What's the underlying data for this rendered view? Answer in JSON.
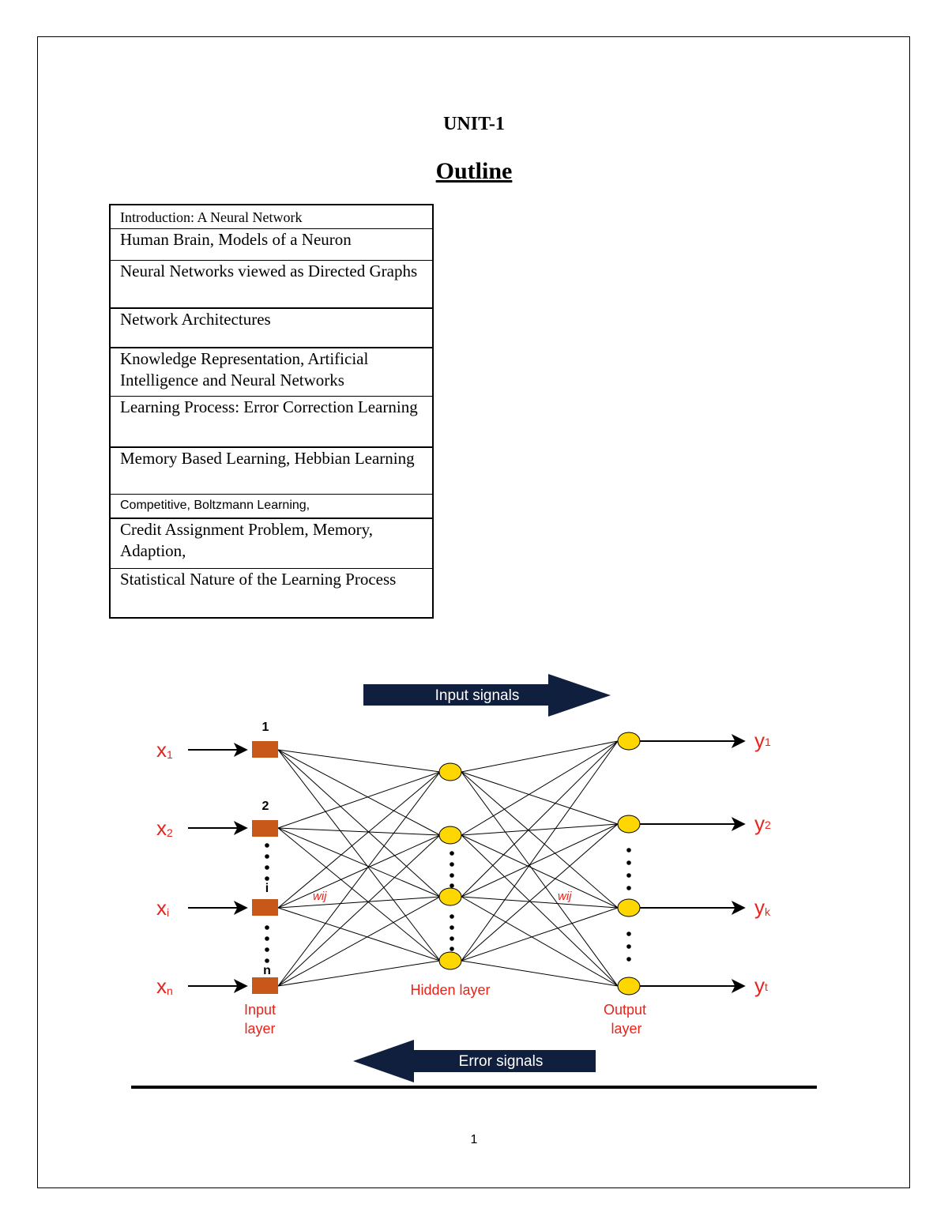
{
  "document": {
    "unit_heading": "UNIT-1",
    "outline_heading": "Outline",
    "outline_items": [
      "Introduction: A Neural Network",
      " Human Brain, Models of a Neuron",
      "Neural Networks viewed as Directed Graphs",
      " Network Architectures",
      "Knowledge Representation, Artificial Intelligence and Neural Networks",
      "Learning Process: Error Correction Learning",
      "Memory Based Learning, Hebbian Learning",
      "Competitive, Boltzmann Learning,",
      "Credit Assignment Problem, Memory, Adaption,",
      "Statistical Nature of the Learning Process"
    ],
    "page_number": "1"
  },
  "diagram": {
    "input_signals_label": "Input signals",
    "error_signals_label": "Error signals",
    "inputs": [
      {
        "base": "x",
        "sub": "1"
      },
      {
        "base": "x",
        "sub": "2"
      },
      {
        "base": "x",
        "sub": "i"
      },
      {
        "base": "x",
        "sub": "n"
      }
    ],
    "input_node_labels": [
      "1",
      "2",
      "i",
      "n"
    ],
    "outputs": [
      {
        "base": "y",
        "sub": "1"
      },
      {
        "base": "y",
        "sub": "2"
      },
      {
        "base": "y",
        "sub": "k"
      },
      {
        "base": "y",
        "sub": "t"
      }
    ],
    "weight_label": "wij",
    "input_layer_label": [
      "Input",
      "layer"
    ],
    "hidden_layer_label": "Hidden layer",
    "output_layer_label": [
      "Output",
      "layer"
    ],
    "colors": {
      "input_node": "#c8571a",
      "neuron": "#ffd700",
      "label_red": "#e8231b",
      "arrow_banner": "#0f1f3d"
    }
  }
}
